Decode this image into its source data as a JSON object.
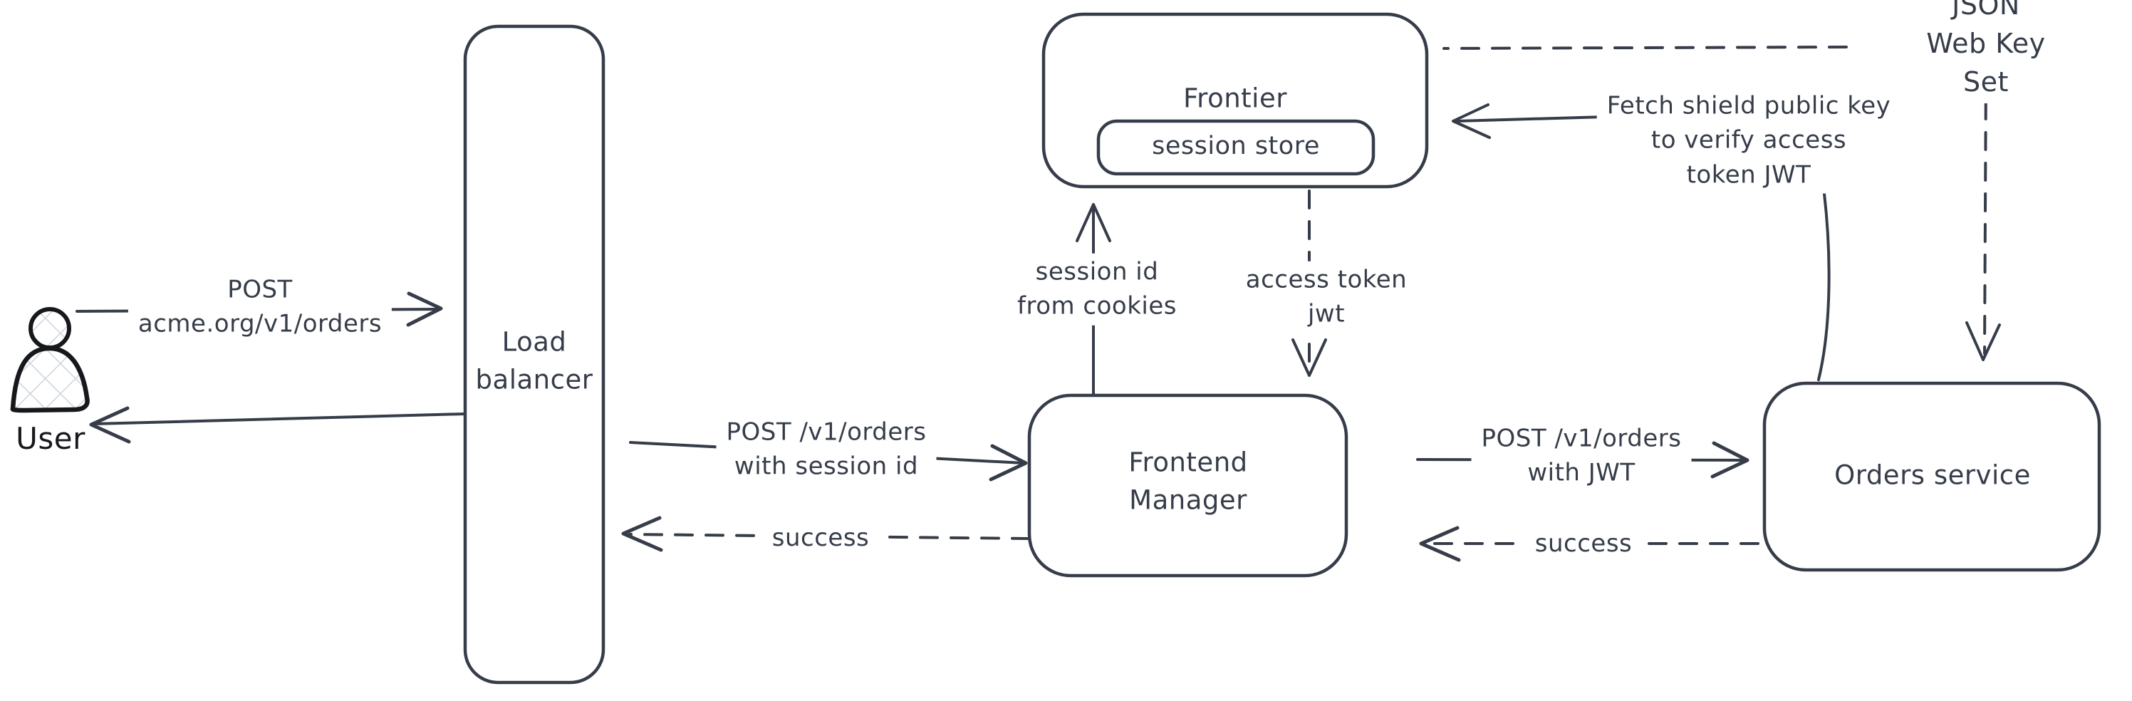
{
  "colors": {
    "stroke": "#363d49",
    "user_stroke": "#17181c",
    "hatch_fill": "#ccd4dc",
    "background": "#ffffff"
  },
  "actor": {
    "user": {
      "label": "User"
    }
  },
  "nodes": {
    "load_balancer": {
      "label": "Load\nbalancer"
    },
    "frontier": {
      "label": "Frontier"
    },
    "session_store": {
      "label": "session store"
    },
    "frontend_manager": {
      "label": "Frontend\nManager"
    },
    "orders_service": {
      "label": "Orders service"
    }
  },
  "edges": {
    "user_to_lb": {
      "label": "POST\nacme.org/v1/orders",
      "line": "solid",
      "from": "User",
      "to": "Load balancer"
    },
    "lb_to_user": {
      "label": "",
      "line": "solid",
      "from": "Load balancer",
      "to": "User"
    },
    "lb_to_fm": {
      "label": "POST /v1/orders\nwith session id",
      "line": "solid",
      "from": "Load balancer",
      "to": "Frontend Manager"
    },
    "fm_to_lb": {
      "label": "success",
      "line": "dashed",
      "from": "Frontend Manager",
      "to": "Load balancer"
    },
    "fm_to_frontier": {
      "label": "session id\nfrom cookies",
      "line": "solid",
      "from": "Frontend Manager",
      "to": "Frontier"
    },
    "frontier_to_fm": {
      "label": "access token\njwt",
      "line": "dashed",
      "from": "Frontier",
      "to": "Frontend Manager"
    },
    "fm_to_orders": {
      "label": "POST /v1/orders\nwith JWT",
      "line": "solid",
      "from": "Frontend Manager",
      "to": "Orders service"
    },
    "orders_to_fm": {
      "label": "success",
      "line": "dashed",
      "from": "Orders service",
      "to": "Frontend Manager"
    },
    "orders_to_frontier": {
      "label": "Fetch shield public key\nto verify access\ntoken JWT",
      "line": "solid",
      "from": "Orders service",
      "to": "Frontier"
    },
    "jwks_to_orders": {
      "label": "JSON Web Key Set",
      "line": "dashed",
      "from": "JSON Web Key Set",
      "to": "Orders service"
    }
  }
}
